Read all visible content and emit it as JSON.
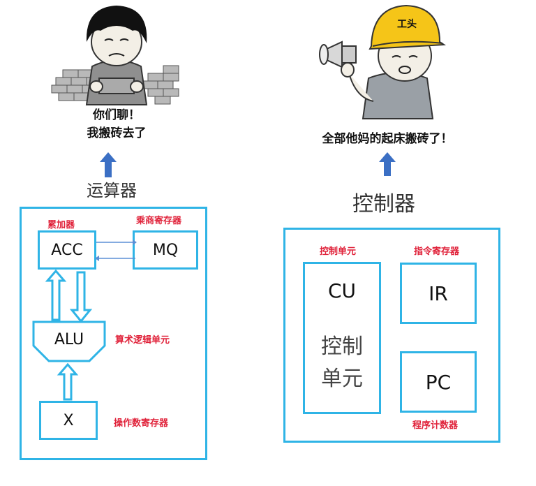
{
  "left_meme": {
    "caption_line1": "你们聊！",
    "caption_line2": "我搬砖去了"
  },
  "right_meme": {
    "helmet_text": "工头",
    "caption": "全部他妈的起床搬砖了！"
  },
  "alu_section": {
    "title": "运算器",
    "acc": {
      "label": "ACC",
      "annotation": "累加器"
    },
    "mq": {
      "label": "MQ",
      "annotation": "乘商寄存器"
    },
    "alu": {
      "label": "ALU",
      "annotation": "算术逻辑单元"
    },
    "x": {
      "label": "X",
      "annotation": "操作数寄存器"
    }
  },
  "control_section": {
    "title": "控制器",
    "cu": {
      "label": "CU",
      "sub_line1": "控制",
      "sub_line2": "单元",
      "annotation": "控制单元"
    },
    "ir": {
      "label": "IR",
      "annotation": "指令寄存器"
    },
    "pc": {
      "label": "PC",
      "annotation": "程序计数器"
    }
  },
  "colors": {
    "frame": "#2fb4e6",
    "arrow_up": "#3b6fc4",
    "annotation": "#e0223a"
  }
}
